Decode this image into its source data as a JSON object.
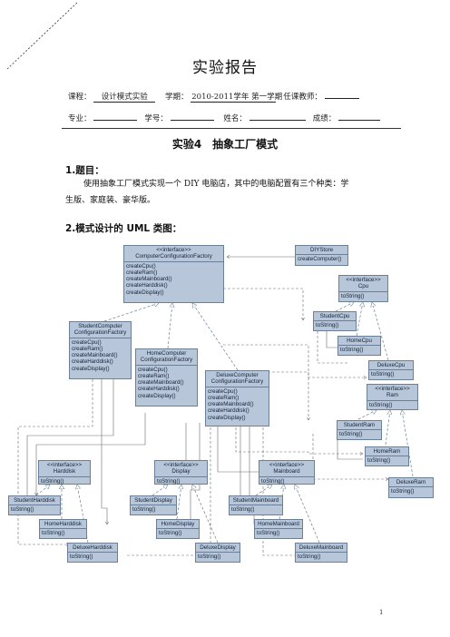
{
  "report_title": "实验报告",
  "meta": {
    "course_label": "课程：",
    "course_value": "设计模式实验",
    "term_label": "学期：",
    "term_value": "2010-2011学年 第一学期",
    "teacher_label": "任课教师：",
    "major_label": "专业：",
    "student_id_label": "学号：",
    "name_label": "姓名：",
    "grade_label": "成绩："
  },
  "experiment_title": "实验4　抽象工厂模式",
  "section1": {
    "heading": "1.题目：",
    "text_line1": "使用抽象工厂模式实现一个 DIY 电脑店，其中的电脑配置有三个种类：学",
    "text_line2": "生版、家庭装、豪华版。"
  },
  "section2": {
    "heading": "2.模式设计的 UML 类图："
  },
  "uml": {
    "box_color": "#b7c7d9",
    "border_color": "#6b7f97",
    "classes": {
      "cfg_factory": {
        "stereo": "<<interface>>",
        "name": "ComputerConfigurationFactory",
        "ops": [
          "createCpu()",
          "createRam()",
          "createMainboard()",
          "createHarddisk()",
          "createDisplay()"
        ]
      },
      "diy_store": {
        "name": "DIYStore",
        "ops": [
          "createComputer()"
        ]
      },
      "student_factory": {
        "name1": "StudentComputer",
        "name2": "ConfigurationFactory",
        "ops": [
          "createCpu()",
          "createRam()",
          "createMainboard()",
          "createHarddisk()",
          "createDisplay()"
        ]
      },
      "home_factory": {
        "name1": "HomeComputer",
        "name2": "ConfigurationFactory",
        "ops": [
          "createCpu()",
          "createRam()",
          "createMainboard()",
          "createHarddisk()",
          "createDisplay()"
        ]
      },
      "deluxe_factory": {
        "name1": "DeluxeComputer",
        "name2": "ConfigurationFactory",
        "ops": [
          "createCpu()",
          "createRam()",
          "createMainboard()",
          "createHarddisk()",
          "createDisplay()"
        ]
      },
      "cpu": {
        "stereo": "<<interface>>",
        "name": "Cpu",
        "op": "toString()"
      },
      "student_cpu": {
        "name": "StudentCpu",
        "op": "toString()"
      },
      "home_cpu": {
        "name": "HomeCpu",
        "op": "toString()"
      },
      "deluxe_cpu": {
        "name": "DeluxeCpu",
        "op": "toString()"
      },
      "ram": {
        "stereo": "<<interface>>",
        "name": "Ram",
        "op": "toString()"
      },
      "student_ram": {
        "name": "StudentRam",
        "op": "toString()"
      },
      "home_ram": {
        "name": "HomeRam",
        "op": "toString()"
      },
      "deluxe_ram": {
        "name": "DeluxeRam",
        "op": "toString()"
      },
      "harddisk": {
        "stereo": "<<interface>>",
        "name": "Harddisk",
        "op": "toString()"
      },
      "student_harddisk": {
        "name": "StudentHarddisk",
        "op": "toString()"
      },
      "home_harddisk": {
        "name": "HomeHarddisk",
        "op": "toString()"
      },
      "deluxe_harddisk": {
        "name": "DeluxeHarddisk",
        "op": "toString()"
      },
      "display": {
        "stereo": "<<interface>>",
        "name": "Display",
        "op": "toString()"
      },
      "student_display": {
        "name": "StudentDisplay",
        "op": "toString()"
      },
      "home_display": {
        "name": "HomeDisplay",
        "op": "toString()"
      },
      "deluxe_display": {
        "name": "DeluxeDisplay",
        "op": "toString()"
      },
      "mainboard": {
        "stereo": "<<interface>>",
        "name": "Mainboard",
        "op": "toString()"
      },
      "student_mainboard": {
        "name": "StudentMainboard",
        "op": "toString()"
      },
      "home_mainboard": {
        "name": "HomeMainboard",
        "op": "toString()"
      },
      "deluxe_mainboard": {
        "name": "DeluxeMainboard",
        "op": "toString()"
      }
    }
  },
  "page_number": "1"
}
